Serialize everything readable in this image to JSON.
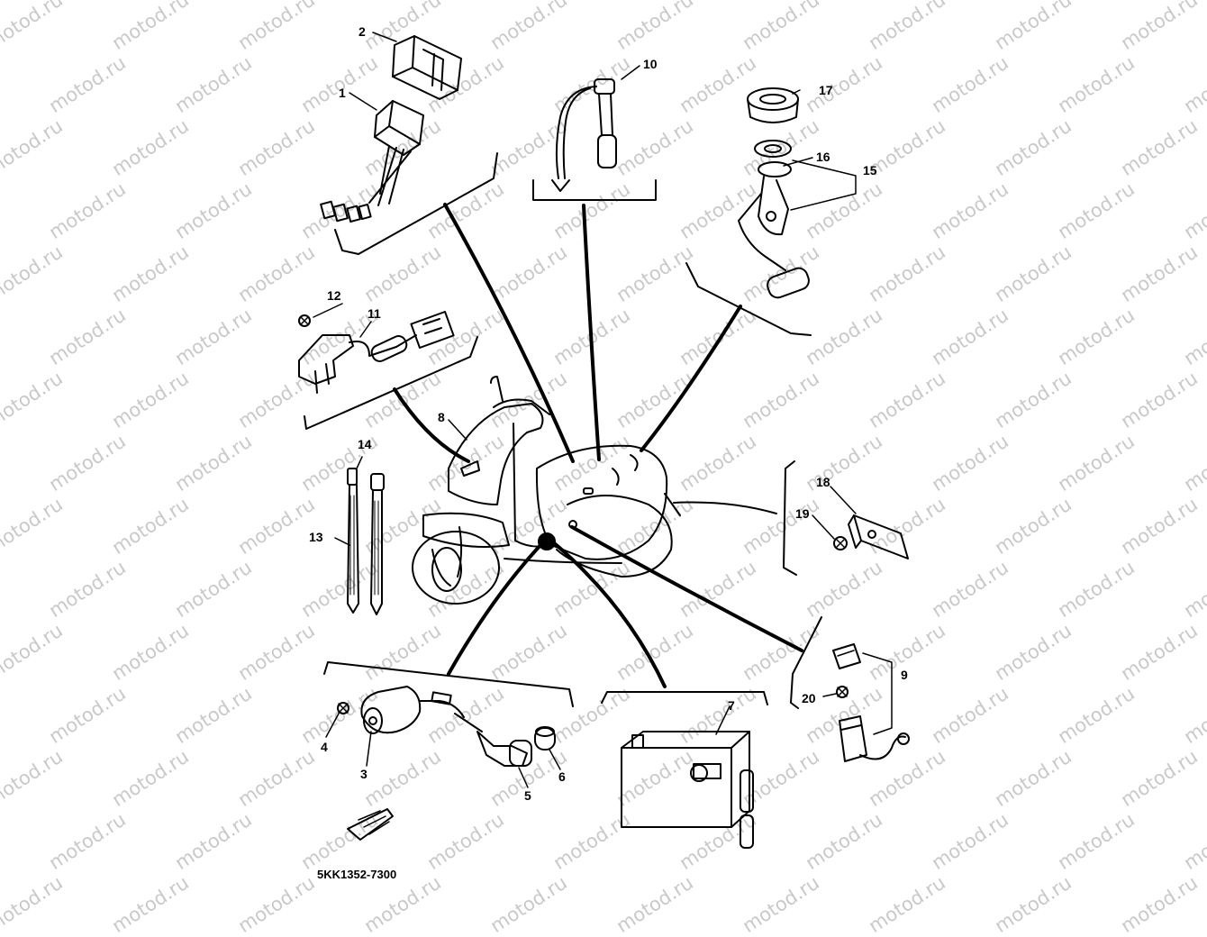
{
  "watermark_text": "motod.ru",
  "diagram_code": "5KK1352-7300",
  "callouts": [
    "1",
    "2",
    "3",
    "4",
    "5",
    "6",
    "7",
    "8",
    "9",
    "10",
    "11",
    "12",
    "13",
    "14",
    "15",
    "16",
    "17",
    "18",
    "19",
    "20"
  ],
  "colors": {
    "ink": "#000000",
    "watermark": "#c9c9c9",
    "background": "#ffffff"
  }
}
